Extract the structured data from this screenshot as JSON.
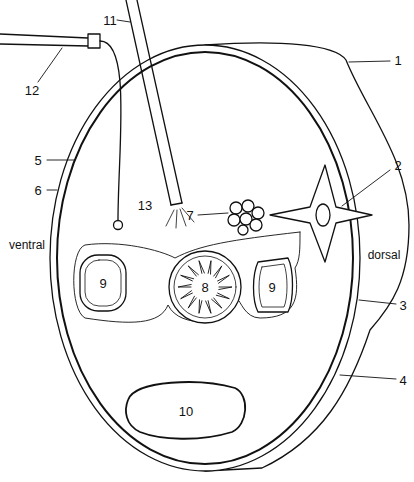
{
  "diagram": {
    "labels": [
      "11",
      "12",
      "1",
      "13",
      "5",
      "6",
      "2",
      "7",
      "ventral",
      "dorsal",
      "9",
      "8",
      "9",
      "3",
      "4",
      "10"
    ]
  }
}
